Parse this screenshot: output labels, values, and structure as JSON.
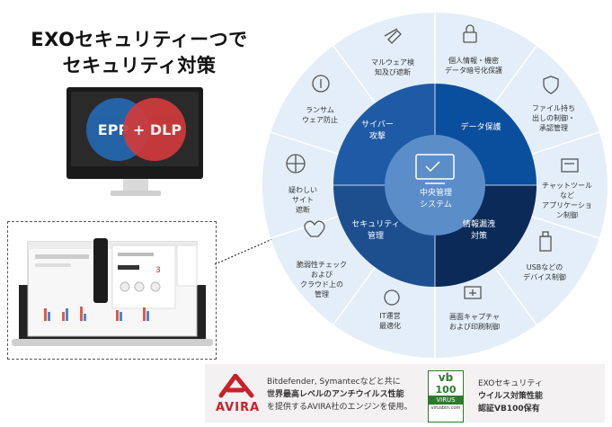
{
  "title": {
    "line1": "EXOセキュリティーつで",
    "line2": "セキュリティ対策"
  },
  "monitor": {
    "epp": "EPP",
    "dlp": "+ DLP"
  },
  "wheel": {
    "center": {
      "line1": "中央管理",
      "line2": "システム"
    },
    "inner": [
      {
        "line1": "サイバー",
        "line2": "攻撃"
      },
      {
        "line1": "データ保護",
        "line2": ""
      },
      {
        "line1": "情報漏洩",
        "line2": "対策"
      },
      {
        "line1": "セキュリティ",
        "line2": "管理"
      }
    ],
    "outer": [
      {
        "text": "マルウェア検\n知及び遮断"
      },
      {
        "text": "個人情報・機密\nデータ暗号化保護"
      },
      {
        "text": "ファイル持ち\n出しの制御・\n承認管理"
      },
      {
        "text": "チャットツール\nなど\nアプリケーショ\nン制御"
      },
      {
        "text": "USBなどの\nデバイス制御"
      },
      {
        "text": "画面キャプチャ\nおよび印刷制御"
      },
      {
        "text": "IT運営\n最適化"
      },
      {
        "text": "脆弱性チェック\nおよび\nクラウド上の\n管理"
      },
      {
        "text": "疑わしい\nサイト\n遮断"
      },
      {
        "text": "ランサム\nウェア防止"
      }
    ]
  },
  "bottom": {
    "avira_logo": "AVIRA",
    "line1": "Bitdefender, Symantecなどと共に",
    "line2": "世界最高レベルのアンチウイルス性能",
    "line3": "を提供するAVIRA社のエンジンを使用。",
    "vb_top": "vb",
    "vb_num": "100",
    "vb_label": "VIRUS",
    "vb_site": "virusbtn.com",
    "right1": "EXOセキュリティ",
    "right2": "ウイルス対策性能",
    "right3": "認証VB100保有"
  },
  "colors": {
    "wheel_outer": "#e4eef8",
    "blue1": "#1f5aa6",
    "blue2": "#0a4f9e",
    "navy": "#0b2a57",
    "center": "#5b8dc9",
    "red": "#c9202a"
  }
}
